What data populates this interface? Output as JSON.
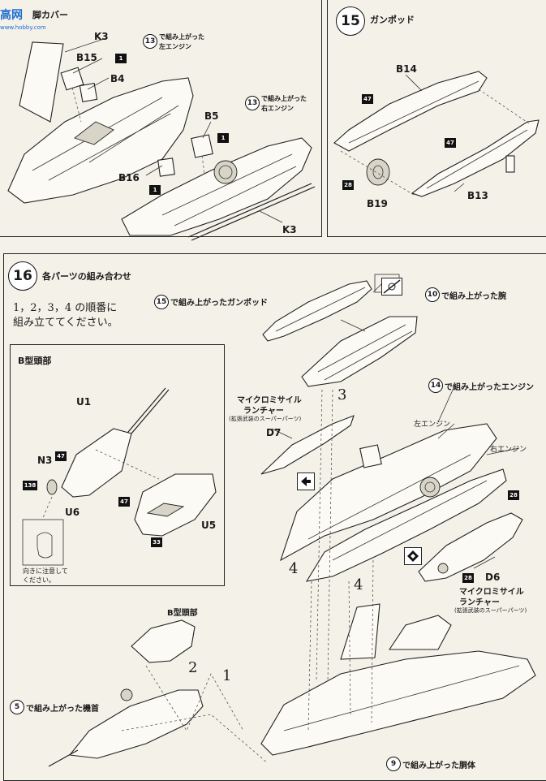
{
  "watermark": {
    "brand": "高网",
    "sub": "www.hobby.com"
  },
  "panel_left": {
    "heading": "脚カバー",
    "parts": {
      "k3_top": "K3",
      "b15": "B15",
      "b4": "B4",
      "b5": "B5",
      "b16": "B16",
      "k3_bottom": "K3"
    },
    "codes": {
      "b15_box": "1",
      "b5_box": "1",
      "b16_box": "1"
    },
    "refs": [
      {
        "num": "13",
        "text1": "で組み上がった",
        "text2": "左エンジン"
      },
      {
        "num": "13",
        "text1": "で組み上がった",
        "text2": "右エンジン"
      }
    ]
  },
  "panel_right": {
    "step": "15",
    "heading": "ガンポッド",
    "parts": {
      "b14": "B14",
      "b13": "B13",
      "b19": "B19"
    },
    "codes": {
      "c47a": "47",
      "c47b": "47",
      "c28": "28"
    }
  },
  "panel_bottom": {
    "step": "16",
    "heading": "各パーツの組み合わせ",
    "instruction1": "1，2，3，4 の順番に",
    "instruction2": "組み立ててください。",
    "inset": {
      "title": "B型頭部",
      "parts": {
        "u1": "U1",
        "n3": "N3",
        "u6": "U6",
        "u5": "U5"
      },
      "codes": {
        "c47a": "47",
        "c138": "138",
        "c47b": "47",
        "c33": "33"
      },
      "note1": "向きに注意して",
      "note2": "ください。"
    },
    "refs": {
      "gunpod": {
        "num": "15",
        "text": "で組み上がったガンポッド"
      },
      "arm": {
        "num": "10",
        "text": "で組み上がった腕"
      },
      "engine": {
        "num": "14",
        "text": "で組み上がったエンジン"
      },
      "nose": {
        "num": "5",
        "text": "で組み上がった機首"
      },
      "body": {
        "num": "9",
        "text": "で組み上がった胴体"
      }
    },
    "launcher_left": {
      "line1": "マイクロミサイル",
      "line2": "ランチャー",
      "sub": "(拡張武装のスーパーパーツ)",
      "part": "D7"
    },
    "launcher_right": {
      "line1": "マイクロミサイル",
      "line2": "ランチャー",
      "sub": "(拡張武装のスーパーパーツ)",
      "part": "D6"
    },
    "engine_left": "左エンジン",
    "engine_right": "右エンジン",
    "head_label": "B型頭部",
    "codes": {
      "c28a": "28",
      "c28b": "28"
    },
    "order": {
      "n1": "1",
      "n2": "2",
      "n3": "3",
      "n4a": "4",
      "n4b": "4"
    }
  }
}
